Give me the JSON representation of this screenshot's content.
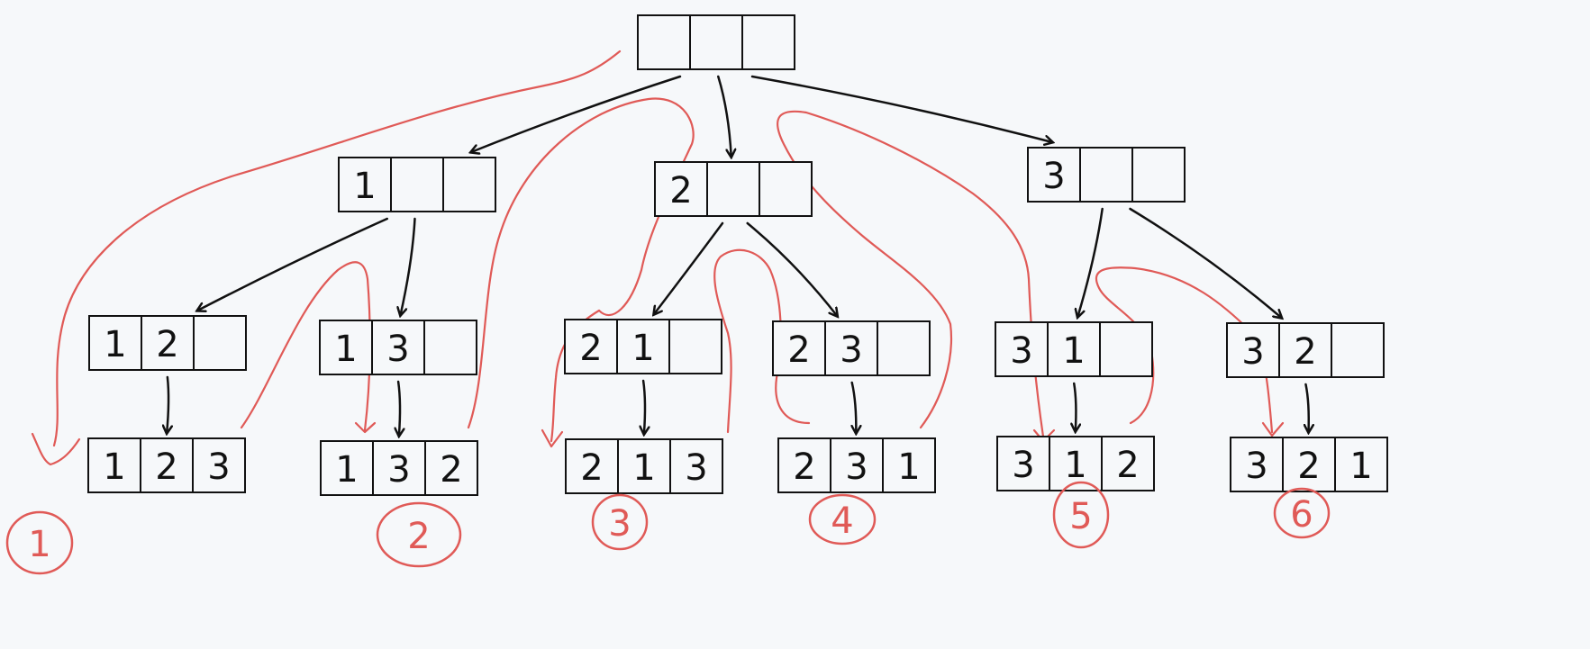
{
  "diagram": {
    "colors": {
      "background": "#f6f8fa",
      "ink": "#111111",
      "trace": "#e05a57"
    },
    "nodes": [
      {
        "id": "root",
        "values": [
          "",
          "",
          ""
        ]
      },
      {
        "id": "n1",
        "values": [
          "1",
          "",
          ""
        ]
      },
      {
        "id": "n2",
        "values": [
          "2",
          "",
          ""
        ]
      },
      {
        "id": "n3",
        "values": [
          "3",
          "",
          ""
        ]
      },
      {
        "id": "n12",
        "values": [
          "1",
          "2",
          ""
        ]
      },
      {
        "id": "n13",
        "values": [
          "1",
          "3",
          ""
        ]
      },
      {
        "id": "n21",
        "values": [
          "2",
          "1",
          ""
        ]
      },
      {
        "id": "n23",
        "values": [
          "2",
          "3",
          ""
        ]
      },
      {
        "id": "n31",
        "values": [
          "3",
          "1",
          ""
        ]
      },
      {
        "id": "n32",
        "values": [
          "3",
          "2",
          ""
        ]
      },
      {
        "id": "n123",
        "values": [
          "1",
          "2",
          "3"
        ]
      },
      {
        "id": "n132",
        "values": [
          "1",
          "3",
          "2"
        ]
      },
      {
        "id": "n213",
        "values": [
          "2",
          "1",
          "3"
        ]
      },
      {
        "id": "n231",
        "values": [
          "2",
          "3",
          "1"
        ]
      },
      {
        "id": "n312",
        "values": [
          "3",
          "1",
          "2"
        ]
      },
      {
        "id": "n321",
        "values": [
          "3",
          "2",
          "1"
        ]
      }
    ],
    "edges": [
      {
        "from": "root",
        "to": "n1"
      },
      {
        "from": "root",
        "to": "n2"
      },
      {
        "from": "root",
        "to": "n3"
      },
      {
        "from": "n1",
        "to": "n12"
      },
      {
        "from": "n1",
        "to": "n13"
      },
      {
        "from": "n2",
        "to": "n21"
      },
      {
        "from": "n2",
        "to": "n23"
      },
      {
        "from": "n3",
        "to": "n31"
      },
      {
        "from": "n3",
        "to": "n32"
      },
      {
        "from": "n12",
        "to": "n123"
      },
      {
        "from": "n13",
        "to": "n132"
      },
      {
        "from": "n21",
        "to": "n213"
      },
      {
        "from": "n23",
        "to": "n231"
      },
      {
        "from": "n31",
        "to": "n312"
      },
      {
        "from": "n32",
        "to": "n321"
      }
    ],
    "order_labels": [
      {
        "leaf": "n123",
        "text": "1"
      },
      {
        "leaf": "n132",
        "text": "2"
      },
      {
        "leaf": "n213",
        "text": "3"
      },
      {
        "leaf": "n231",
        "text": "4"
      },
      {
        "leaf": "n312",
        "text": "5"
      },
      {
        "leaf": "n321",
        "text": "6"
      }
    ]
  }
}
